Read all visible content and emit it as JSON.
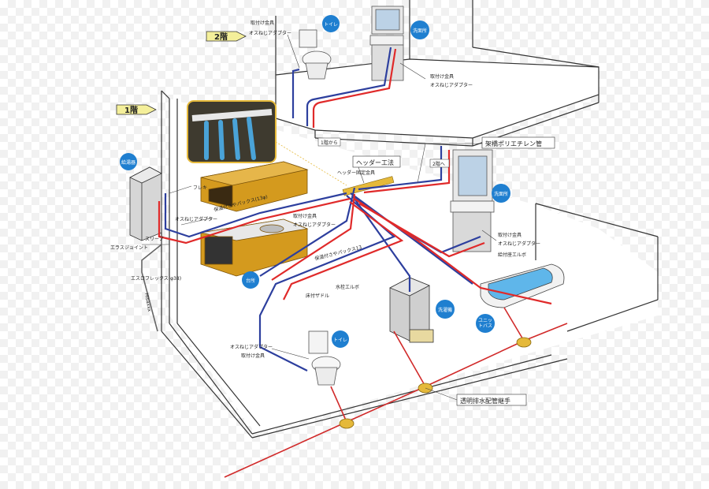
{
  "floors": {
    "floor2": "2階",
    "floor1": "1階"
  },
  "colors": {
    "hot_pipe": "#e02a2a",
    "cold_pipe": "#2d3f9e",
    "drain_pipe": "#d12a2a",
    "badge": "#1f7fd0",
    "cabinet": "#d49a1e",
    "tub": "#5fb6ea",
    "fitting": "#e5b93a"
  },
  "icons": {
    "floor_tag": "arrow-tag",
    "fixture_badge": "blue-circle-badge",
    "drain_joint": "yellow-disc",
    "header": "manifold-bar"
  },
  "badges": {
    "toilet2": "トイレ",
    "washbasin2": "洗面所",
    "water_heater": "給湯器",
    "washbasin1": "洗面所",
    "kitchen": "台所",
    "washer": "洗濯機",
    "unitbath_line1": "ユニッ",
    "unitbath_line2": "トバス",
    "toilet1": "トイレ"
  },
  "labels": {
    "toilet2_fitting": "取付け金具",
    "toilet2_adapter": "オスねじアダプター",
    "wash2_fitting": "取付け金具",
    "wash2_adapter": "オスねじアダプター",
    "from_1f": "1階から",
    "to_2f": "2階へ",
    "header_method": "ヘッダー工法",
    "header_fitting": "ヘッダー固定金具",
    "xlpe_pipe": "架橋ポリエチレン管",
    "flexible": "フレキ",
    "adapter_heater": "オスねじアダプター",
    "kitchen_box_upper": "保温付さやパックス(13φ)",
    "kitchen_fitting": "取付け金具",
    "kitchen_adapter": "オスねじアダプター",
    "kitchen_box_lower": "保温付さやパックス13",
    "sleeve": "スリーブ",
    "eras_joint": "エラスジョイント",
    "eslo_flex": "エスロフレックス(φ38)",
    "hydrant_elbow": "水栓エルボ",
    "floor_saddle": "床付ザドル",
    "wash1_fitting": "取付け金具",
    "wash1_adapter": "オスねじアダプター",
    "wash1_elbow": "給付座エルボ",
    "toilet1_adapter": "オスねじアダプター",
    "toilet1_fitting": "取付け金具",
    "drain_joint": "透明排水配管継手",
    "wall_drain": "HIsaxxx"
  }
}
